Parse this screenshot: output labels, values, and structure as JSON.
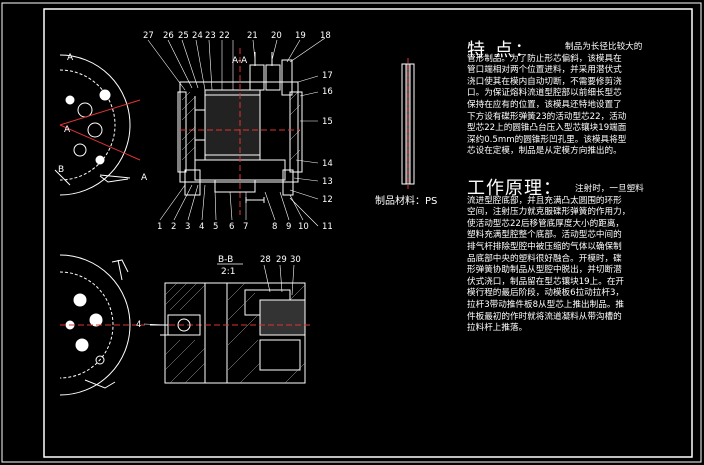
{
  "drawing": {
    "section_a_label": "A-A",
    "section_b_label": "B-B",
    "section_b_scale": "2:1",
    "view_letter_a": "A",
    "view_letter_b": "B",
    "callouts_top": [
      "27",
      "26",
      "25",
      "24",
      "23",
      "22",
      "21",
      "20",
      "19",
      "18"
    ],
    "callouts_right": [
      "17",
      "16",
      "15",
      "14",
      "13",
      "12",
      "11"
    ],
    "callouts_bottom": [
      "1",
      "2",
      "3",
      "4",
      "5",
      "6",
      "7",
      "8",
      "9",
      "10"
    ],
    "callouts_section_b": [
      "28",
      "29",
      "30"
    ],
    "callout_section_b_left": "4"
  },
  "material_label": "制品材料：PS",
  "features": {
    "title": "特  点：",
    "lines": [
      "制品为长径比较大的",
      "管形制品。为了防止形芯偏斜，该模具在",
      "管口端相对两个位置进料，并采用潜伏式",
      "浇口使其在模内自动切断，不需要修剪浇",
      "口。为保证熔料流道型腔部以前细长型芯",
      "保持在应有的位置，该模具还特地设置了",
      "下方设有碟形弹簧23的活动型芯22，活动",
      "型芯22上的圆锥凸台压入型芯镶块19端面",
      "深约0.5mm的圆锥形凹孔里。该模具将型",
      "芯设在定模，制品是从定模方向推出的。"
    ]
  },
  "principle": {
    "title": "工作原理：",
    "lines": [
      "注射时，一旦塑料",
      "流进型腔底部，并且充满凸太圆围的环形",
      "空间，注射压力就克服碟形弹簧的作用力，",
      "使活动型芯22后移管底厚度大小的距离，",
      "塑料充满型腔整个底部。活动型芯中间的",
      "排气杆排除型腔中被压缩的气体以确保制",
      "品底部中央的塑料很好融合。开模时，碟",
      "形弹簧协助制品从型腔中脱出，并切断潜",
      "伏式浇口，制品留在型芯镶块19上。在开",
      "模行程的最后阶段，动模板6拉动拉杆3，",
      "拉杆3带动推件板8从型芯上推出制品。推",
      "件板最初的作时就将流道凝料从带沟槽的",
      "拉料杆上推落。"
    ]
  }
}
